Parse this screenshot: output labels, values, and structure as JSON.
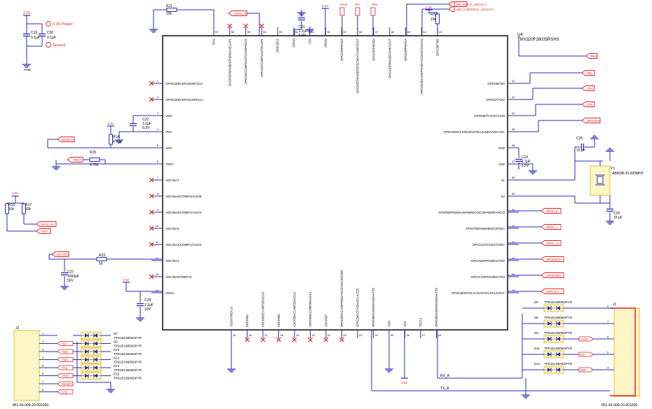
{
  "ic": {
    "ref": "U4",
    "part": "TMX320F28035RSHS",
    "left_pins": [
      {
        "name": "GPIO15/ECEP1S6N/TZ1A",
        "num": "1"
      },
      {
        "name": "GPIO16/ECEP1S1N/RX1A",
        "num": "2"
      },
      {
        "name": "VDD",
        "num": "3"
      },
      {
        "name": "VSS",
        "num": "4"
      },
      {
        "name": "XRS",
        "num": "5"
      },
      {
        "name": "TRST",
        "num": "6"
      },
      {
        "name": "ADCINA7",
        "num": "7"
      },
      {
        "name": "ADCINA6/COMP3A/AIO6",
        "num": "8"
      },
      {
        "name": "ADCINA5/COMP2A/AIO4",
        "num": "9"
      },
      {
        "name": "ADCINA3",
        "num": "10"
      },
      {
        "name": "ADCINA2/COMP1A/AIO2",
        "num": "11"
      },
      {
        "name": "ADCINA1",
        "num": "12"
      },
      {
        "name": "ADCINA0/VREFHI",
        "num": "13"
      },
      {
        "name": "VDDA",
        "num": "14"
      }
    ],
    "right_pins": [
      {
        "name": "GPIO35/TDI",
        "num": "42"
      },
      {
        "name": "GPIO37/TDO",
        "num": "41"
      },
      {
        "name": "GPIO36/TCK/XCLKIN",
        "num": "40"
      },
      {
        "name": "GPIO19/XCLKIN/SPISTEA/LINRXA/ECAP1",
        "num": "39"
      },
      {
        "name": "VDD",
        "num": "38"
      },
      {
        "name": "VSS",
        "num": "37"
      },
      {
        "name": "X1",
        "num": "36"
      },
      {
        "name": "X2",
        "num": "35"
      },
      {
        "name": "GPIO6/EPWM4A/EPWMSYNCI/EPWMSYNCO",
        "num": "34"
      },
      {
        "name": "GPIO7/EPWM4B/SCIRXDA",
        "num": "33"
      },
      {
        "name": "GPIO12/TZ1/SCITXDA",
        "num": "32"
      },
      {
        "name": "GPIO16/SPISIMOA/TZ2",
        "num": "31"
      },
      {
        "name": "GPIO17/SPISOMIA/TZ3",
        "num": "30"
      },
      {
        "name": "GPIO18/SPICLKA/LINTXA/XCLKOUT",
        "num": "29"
      }
    ],
    "top_pins": [
      {
        "name": "TP42",
        "num": "57"
      },
      {
        "name": "GPIO5/EPWM3B/SPISIMOA/ECAP1",
        "num": "56"
      },
      {
        "name": "GPIO34/COMP2OUT/COMP3OUT",
        "num": "55"
      },
      {
        "name": "GPIO24/COMP1OUT/ECAP1",
        "num": "54"
      },
      {
        "name": "VREGENZ",
        "num": "53"
      },
      {
        "name": "VDDIO",
        "num": "52"
      },
      {
        "name": "VSS",
        "num": "51"
      },
      {
        "name": "VDDIO",
        "num": "50"
      },
      {
        "name": "GPIO2/EPWM2A",
        "num": "49"
      },
      {
        "name": "GPIO3/EPWM2B/SPISOMIA/COMP2OUT",
        "num": "48"
      },
      {
        "name": "GPIO4/EPWM3A",
        "num": "47"
      },
      {
        "name": "GPIO1/EPWM1B/COMP1OUT",
        "num": "46"
      },
      {
        "name": "GPIO0/EPWM1A",
        "num": "45"
      },
      {
        "name": "GPIO32/SDAA/EPWMSYNCI/ADCSOCAO",
        "num": "44"
      },
      {
        "name": "GPIO38/TMS",
        "num": "43"
      }
    ],
    "bottom_pins": [
      {
        "name": "VSSA/VREFLO",
        "num": "15"
      },
      {
        "name": "ADCINB1",
        "num": "16"
      },
      {
        "name": "ADCINB2/COMP1B/AIO10",
        "num": "17"
      },
      {
        "name": "ADCINB3",
        "num": "18"
      },
      {
        "name": "ADCINB4/COMP2B/AIO12",
        "num": "19"
      },
      {
        "name": "ADCINB6/COMP3B/AIO14",
        "num": "20"
      },
      {
        "name": "ADCINB7",
        "num": "21"
      },
      {
        "name": "GPIO33/SCLA/EPWMSYNCO/ADCSOCBO",
        "num": "22"
      },
      {
        "name": "GPIO29/SCITXDA/SCLA/TZ3",
        "num": "23"
      },
      {
        "name": "GPIO28/SCIRXDA/SDAA/TZ2",
        "num": "24"
      },
      {
        "name": "VDD",
        "num": "25"
      },
      {
        "name": "VSS",
        "num": "26"
      },
      {
        "name": "TEST2",
        "num": "27"
      },
      {
        "name": "GPIO28/SCIRXDA/SDAA/TZ2",
        "num": "28"
      }
    ]
  },
  "power": {
    "rail_3v3": "3.3V",
    "cap_c19": {
      "ref": "C19",
      "value": "0.1µF"
    },
    "cap_c30": {
      "ref": "C30",
      "value": "0.1µF"
    },
    "flag_power": "3.3V Power",
    "flag_ground": "Ground",
    "gnd": "GND"
  },
  "parts": {
    "r11": {
      "ref": "R11",
      "value": "10k"
    },
    "r14": {
      "ref": "R14",
      "value": "4.75k"
    },
    "r15": {
      "ref": "R15",
      "value": "4.75k"
    },
    "r16": {
      "ref": "R16",
      "value": "10k"
    },
    "r17": {
      "ref": "R17",
      "value": "10k"
    },
    "r23": {
      "ref": "R23",
      "value": "56"
    },
    "r32": {
      "ref": "R32",
      "value": "10k"
    },
    "c21": {
      "ref": "C21",
      "value": "1.2µF",
      "volt": "6.3V"
    },
    "c22": {
      "ref": "C22",
      "value": "1.2µF",
      "volt": "6.3V"
    },
    "c23": {
      "ref": "C23",
      "value": "1.2µF",
      "volt": "6.3V"
    },
    "c24": {
      "ref": "C24",
      "value": "2.2µF",
      "volt": "10V"
    },
    "c25": {
      "ref": "C25",
      "value": "15 pF"
    },
    "c26": {
      "ref": "C26",
      "value": "15 pF"
    },
    "c27": {
      "ref": "C27",
      "value": "3300pF",
      "volt": "50V"
    },
    "y1": {
      "ref": "Y1",
      "part": "ABM3B-20.000MHZ"
    }
  },
  "nets": {
    "gpio_34": "GPIO_34",
    "spi_input_legacy": "SPI_INPUT_LEGACY",
    "led_control_legacy": "LED_CONTROL_LEGACY",
    "nack": "nACK",
    "pg": "PG",
    "nen": "nEN",
    "tms": "TMS",
    "tdi": "TDI",
    "tdo": "TDO",
    "tck": "TCK",
    "spiste": "SPISTEA",
    "gpio_6": "GPIO_6",
    "gpio_7": "GPIO_7",
    "gpio_12": "GPIO_12",
    "spisimo": "SPISIMOA",
    "spisomi": "SPISOMIA",
    "spiclk": "SPICLKA",
    "reset": "RESETn",
    "trst": "TRST",
    "gpio_18": "GPIO_18",
    "tdo_left": "TDO",
    "adcina1": "ADCINA1",
    "rx_a": "RX_A",
    "tx_a": "TX_A"
  },
  "j2": {
    "ref": "J2",
    "part": "851-43-008-20-001000",
    "nets": [
      "",
      "TDI",
      "TDO",
      "TMS",
      "TCK",
      "TRST",
      "RESETn",
      "3.3V"
    ],
    "diodes": [
      {
        "ref": "D7",
        "part": "TPD1E10B06DPYR"
      },
      {
        "ref": "D8",
        "part": "TPD1E10B06DPYR"
      },
      {
        "ref": "D10",
        "part": "TPD1E10B06DPYR"
      },
      {
        "ref": "D12",
        "part": "TPD1E10B06DPYR"
      },
      {
        "ref": "D13",
        "part": "TPD1E10B06DPYR"
      },
      {
        "ref": "D15",
        "part": "TPD1E10B06DPYR"
      }
    ]
  },
  "j1": {
    "ref": "J1",
    "part": "851-43-008-20-001000",
    "diodes": [
      {
        "ref": "D5",
        "part": "TPD1E10B06DPYR"
      },
      {
        "ref": "D6",
        "part": "TPD1E10B06DPYR"
      },
      {
        "ref": "D9",
        "part": "TPD1E10B06DPYR"
      },
      {
        "ref": "D11",
        "part": "TPD1E10B06DPYR"
      },
      {
        "ref": "D14",
        "part": "TPD1E10B06DPYR"
      }
    ],
    "nets": [
      "nACK",
      "PG",
      "nEN"
    ]
  }
}
